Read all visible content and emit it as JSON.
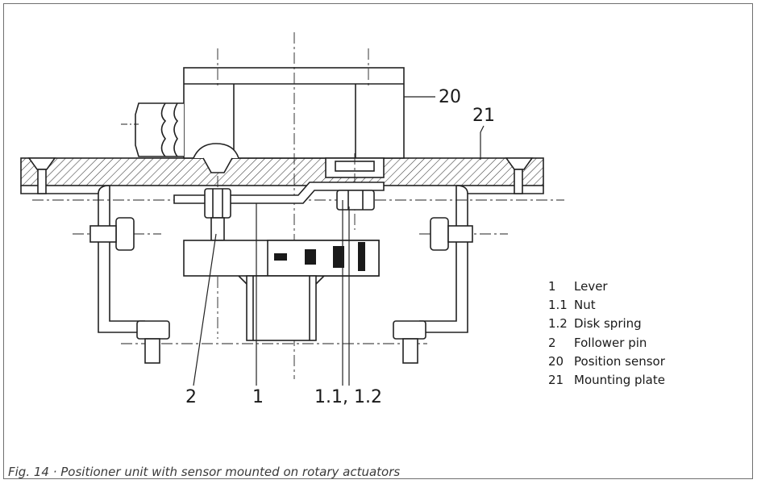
{
  "callouts": {
    "position_sensor": "20",
    "mounting_plate": "21",
    "follower_pin": "2",
    "lever": "1",
    "nut_disk_spring": "1.1, 1.2"
  },
  "legend": [
    {
      "key": "1",
      "text": "Lever"
    },
    {
      "key": "1.1",
      "text": "Nut"
    },
    {
      "key": "1.2",
      "text": "Disk spring"
    },
    {
      "key": "2",
      "text": "Follower pin"
    },
    {
      "key": "20",
      "text": "Position sensor"
    },
    {
      "key": "21",
      "text": "Mounting plate"
    }
  ],
  "caption": "Fig. 14 · Positioner unit with sensor mounted on rotary actuators"
}
